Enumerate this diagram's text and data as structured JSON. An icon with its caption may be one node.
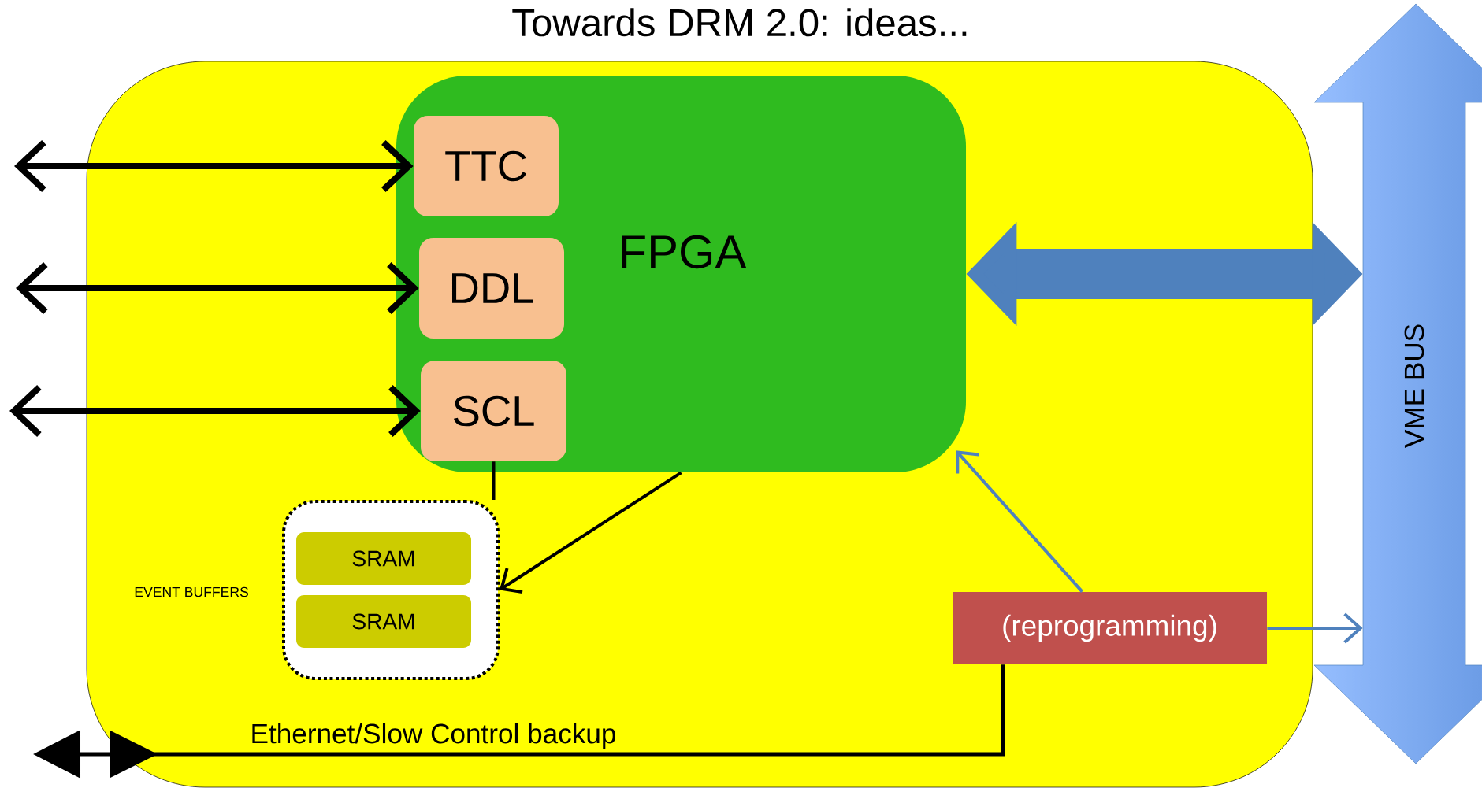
{
  "diagram": {
    "title": "Towards DRM 2.0: ideas...",
    "nodes": [
      {
        "text": [],
        "shape": "box"
      },
      {
        "text": [
          "FPGA"
        ],
        "in": 0
      },
      {
        "text": [
          "TTC"
        ],
        "in": 1
      },
      {
        "text": [
          "DDL"
        ],
        "in": 1
      },
      {
        "text": [
          "SCL"
        ],
        "in": 1
      },
      {
        "text": [],
        "shape": "box",
        "beside": [
          "EVENT BUFFERS"
        ],
        "in": 0
      },
      {
        "text": [
          "SRAM"
        ],
        "in": 5
      },
      {
        "text": [
          "SRAM"
        ],
        "in": 5
      },
      {
        "text": [
          "(reprogramming)"
        ],
        "in": 0
      },
      {
        "text": [
          "VME BUS"
        ]
      }
    ],
    "edges": [
      {
        "from": null,
        "to": 2,
        "arrow": "both"
      },
      {
        "from": null,
        "to": 3,
        "arrow": "both"
      },
      {
        "from": null,
        "to": 4,
        "arrow": "both"
      },
      {
        "from": 4,
        "to": 5,
        "arrow": "none"
      },
      {
        "from": 1,
        "to": 5,
        "arrow": "to"
      },
      {
        "from": 8,
        "to": 1,
        "arrow": "to",
        "color": "#4f81bd"
      },
      {
        "from": 8,
        "to": 9,
        "arrow": "to",
        "color": "#4f81bd"
      },
      {
        "from": 1,
        "to": 9,
        "arrow": "both",
        "style": "thick",
        "color": "#4f81bd"
      },
      {
        "from": 8,
        "to": null,
        "arrow": "to",
        "label": "Ethernet/Slow Control backup"
      }
    ]
  }
}
